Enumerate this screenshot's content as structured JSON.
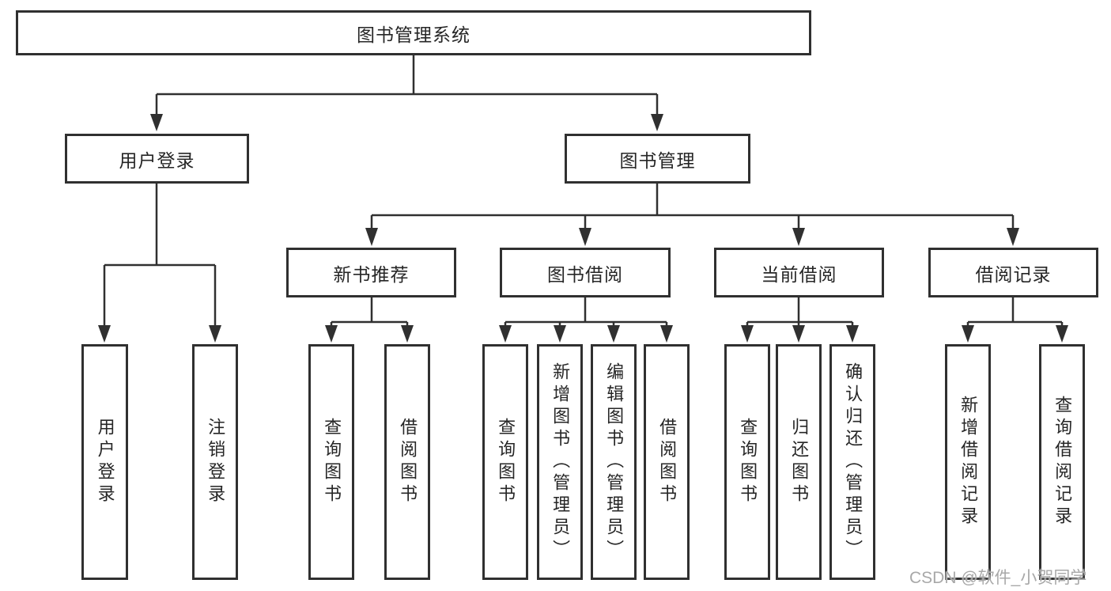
{
  "diagram": {
    "root": {
      "label": "图书管理系统"
    },
    "branches": [
      {
        "label": "用户登录",
        "children": [
          {
            "label": "用户登录"
          },
          {
            "label": "注销登录"
          }
        ]
      },
      {
        "label": "图书管理",
        "children": [
          {
            "label": "新书推荐",
            "children": [
              {
                "label": "查询图书"
              },
              {
                "label": "借阅图书"
              }
            ]
          },
          {
            "label": "图书借阅",
            "children": [
              {
                "label": "查询图书"
              },
              {
                "label": "新增图书（管理员）"
              },
              {
                "label": "编辑图书（管理员）"
              },
              {
                "label": "借阅图书"
              }
            ]
          },
          {
            "label": "当前借阅",
            "children": [
              {
                "label": "查询图书"
              },
              {
                "label": "归还图书"
              },
              {
                "label": "确认归还（管理员）"
              }
            ]
          },
          {
            "label": "借阅记录",
            "children": [
              {
                "label": "新增借阅记录"
              },
              {
                "label": "查询借阅记录"
              }
            ]
          }
        ]
      }
    ]
  },
  "watermark": {
    "text": "CSDN @软件_小贺同学"
  },
  "colors": {
    "line": "#303030",
    "text": "#262626",
    "watermark": "#a8a8a8",
    "background": "#ffffff"
  }
}
